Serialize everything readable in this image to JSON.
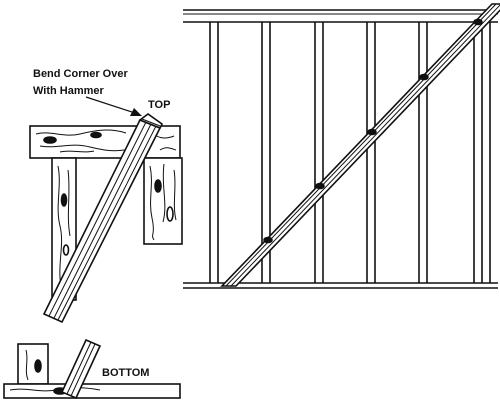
{
  "labels": {
    "bend_note_line1": "Bend Corner Over",
    "bend_note_line2": "With Hammer",
    "top": "TOP",
    "bottom": "BOTTOM"
  },
  "colors": {
    "ink": "#111111",
    "background": "#ffffff"
  }
}
